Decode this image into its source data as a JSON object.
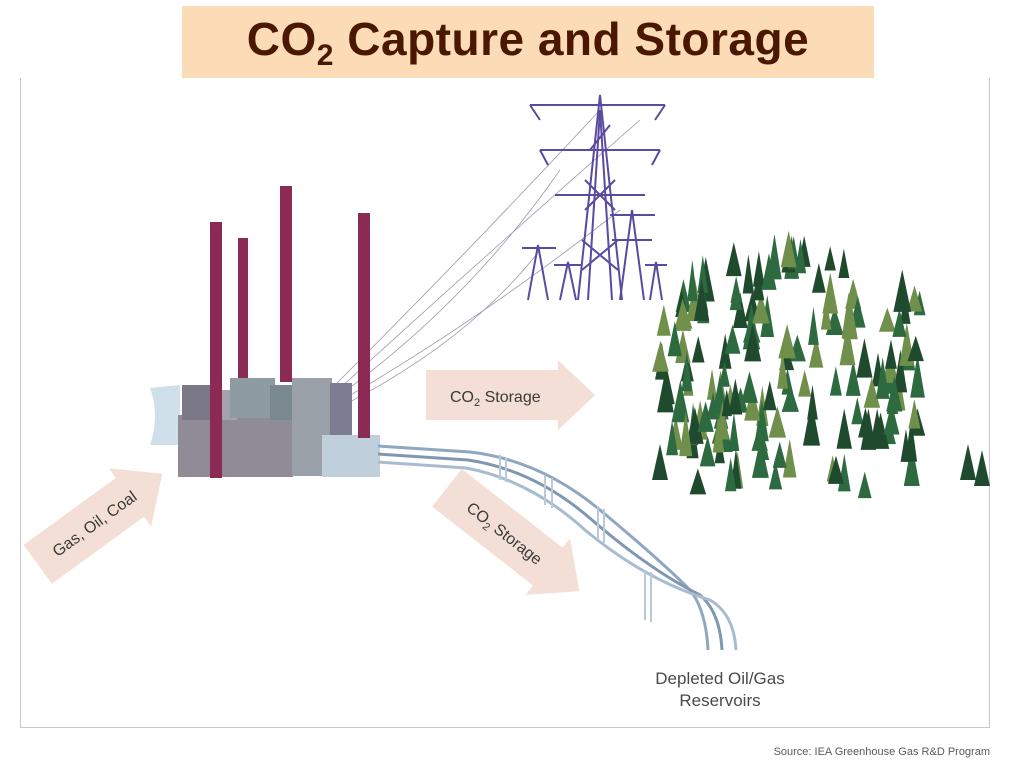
{
  "title": {
    "main": "CO",
    "sub": "2",
    "rest": " Capture and Storage"
  },
  "arrows": {
    "co2_storage_upper": {
      "prefix": "CO",
      "sub": "2",
      "rest": " Storage"
    },
    "co2_storage_lower": {
      "prefix": "CO",
      "sub": "2",
      "rest": " Storage"
    },
    "fuel_input": "Gas, Oil, Coal"
  },
  "reservoir": {
    "line1": "Depleted Oil/Gas",
    "line2": "Reservoirs"
  },
  "source": "Source: IEA Greenhouse Gas R&D Program",
  "colors": {
    "title_bg": "#fbdcb6",
    "title_text": "#4a1700",
    "chimney": "#8a2a55",
    "pylon": "#5a4aa0",
    "arrow_fill": "#f3dfd5",
    "pipe": "#8fa7c0",
    "tree_dark": "#1f4a2e",
    "tree_mid": "#2e6a40",
    "tree_light": "#6f8f4a"
  },
  "icons": [
    "power-plant-icon",
    "power-pylon-icon",
    "forest-icon",
    "pipeline-icon"
  ]
}
